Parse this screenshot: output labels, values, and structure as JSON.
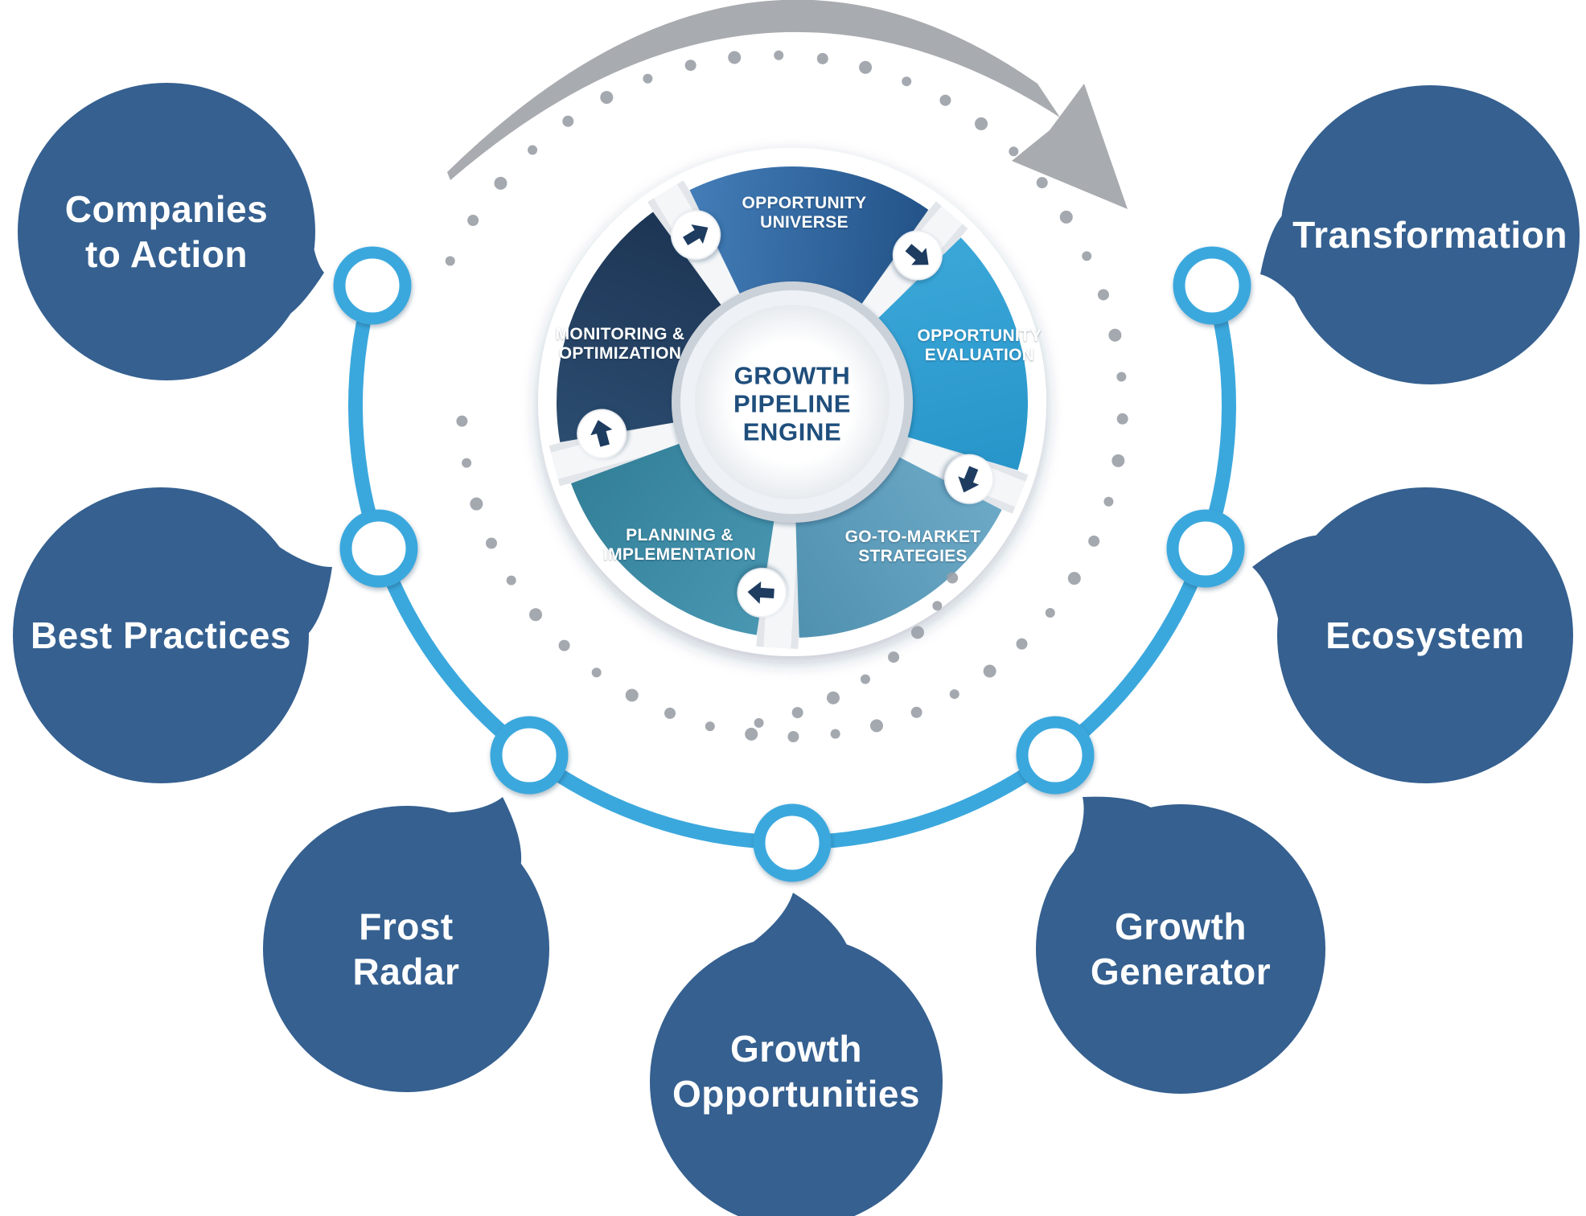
{
  "diagram": {
    "name": "Growth Pipeline Engine diagram"
  },
  "wheel": {
    "hub": {
      "label": "GROWTH\nPIPELINE\nENGINE"
    },
    "segments": [
      {
        "id": "opportunity-universe",
        "label": "OPPORTUNITY\nUNIVERSE"
      },
      {
        "id": "opportunity-evaluation",
        "label": "OPPORTUNITY\nEVALUATION"
      },
      {
        "id": "go-to-market-strategies",
        "label": "GO-TO-MARKET\nSTRATEGIES"
      },
      {
        "id": "planning-implementation",
        "label": "PLANNING &\nIMPLEMENTATION"
      },
      {
        "id": "monitoring-optimization",
        "label": "MONITORING &\nOPTIMIZATION"
      }
    ]
  },
  "bubbles": [
    {
      "id": "companies-to-action",
      "label": "Companies\nto Action"
    },
    {
      "id": "transformation",
      "label": "Transformation"
    },
    {
      "id": "best-practices",
      "label": "Best Practices"
    },
    {
      "id": "ecosystem",
      "label": "Ecosystem"
    },
    {
      "id": "frost-radar",
      "label": "Frost\nRadar"
    },
    {
      "id": "growth-opportunities",
      "label": "Growth\nOpportunities"
    },
    {
      "id": "growth-generator",
      "label": "Growth\nGenerator"
    }
  ],
  "colors": {
    "bubble_fill": "#356090",
    "bubble_text": "#ffffff",
    "ring": "#3ba8dd",
    "node_fill": "#ffffff",
    "hub_text": "#1f4e7c",
    "segment_text": "#ffffff",
    "arrow_glyph": "#1e3c60",
    "swoosh_gray": "#a8abaf",
    "dot_gray": "#9aa0a7",
    "segment_gradients": [
      [
        "#4a86c2",
        "#1c4a7e"
      ],
      [
        "#3fabdc",
        "#2391c6"
      ],
      [
        "#72aecb",
        "#4a8cab"
      ],
      [
        "#4d9cb7",
        "#2e7a93"
      ],
      [
        "#2e5175",
        "#1b3150"
      ]
    ]
  }
}
